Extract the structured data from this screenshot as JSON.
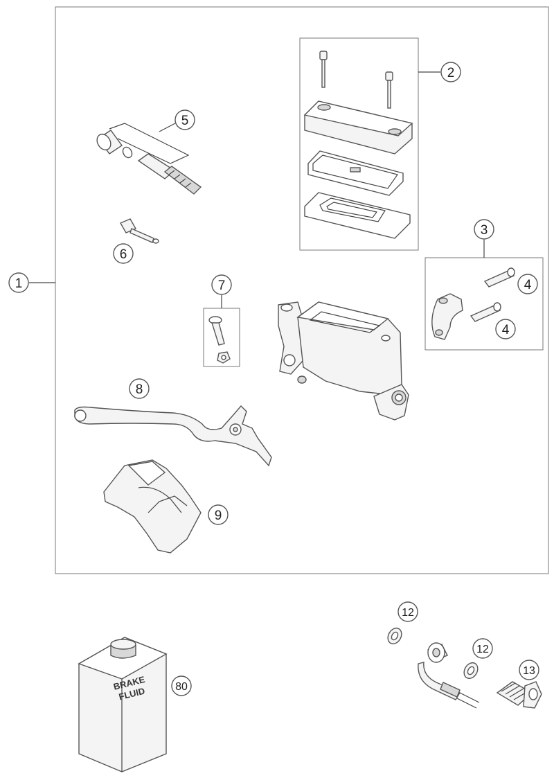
{
  "callouts": {
    "c1": "1",
    "c2": "2",
    "c3": "3",
    "c4a": "4",
    "c4b": "4",
    "c5": "5",
    "c6": "6",
    "c7": "7",
    "c8": "8",
    "c9": "9",
    "c12a": "12",
    "c12b": "12",
    "c13": "13",
    "c80": "80"
  },
  "container_label": {
    "line1": "BRAKE",
    "line2": "FLUID"
  }
}
